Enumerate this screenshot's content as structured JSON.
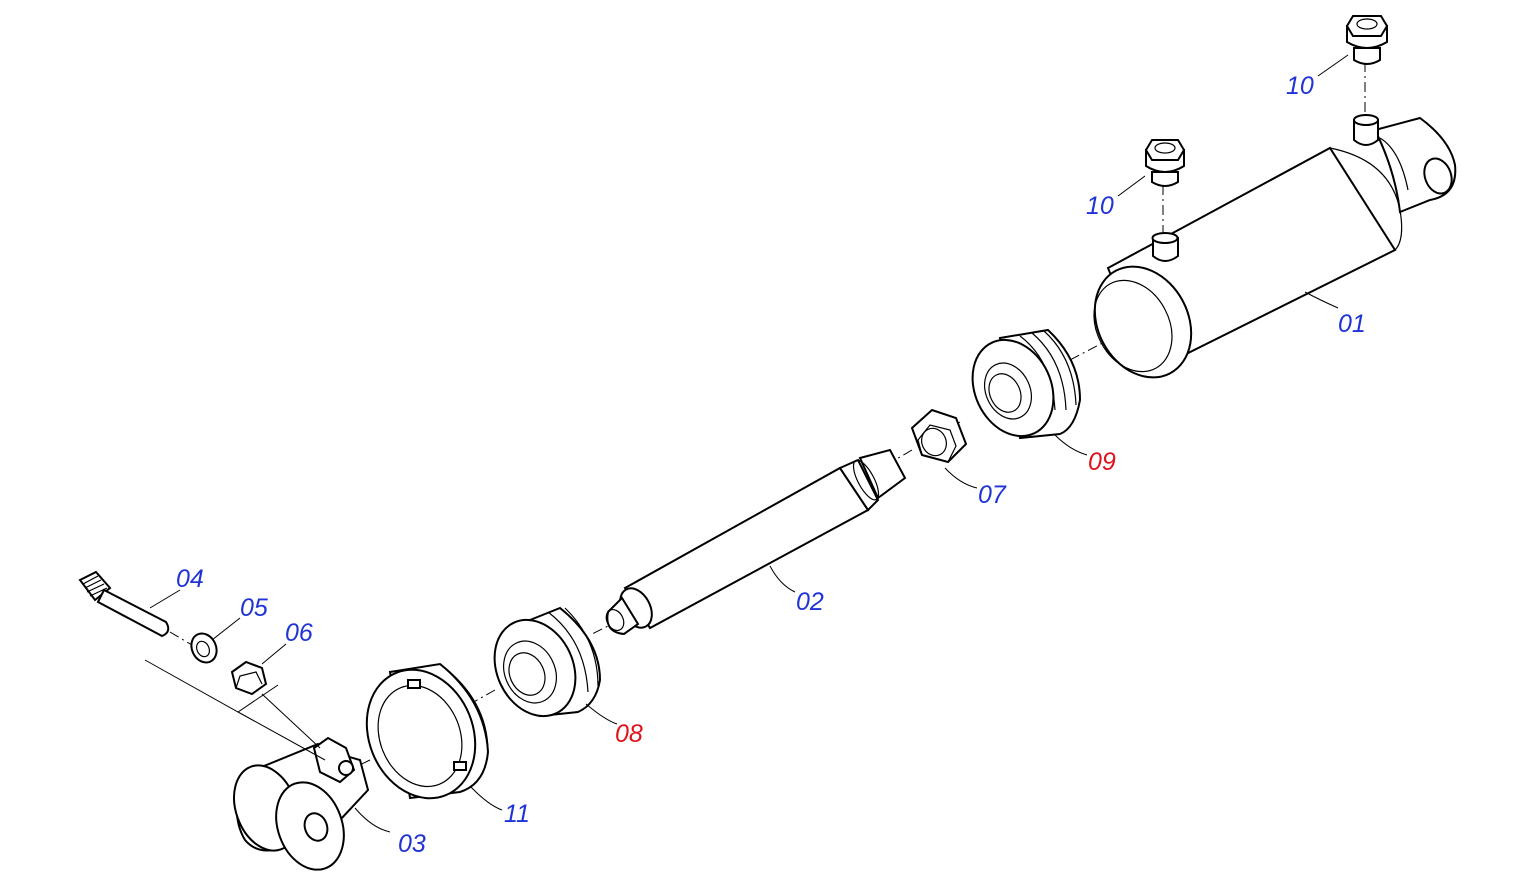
{
  "diagram": {
    "type": "exploded-parts-view",
    "subject": "hydraulic cylinder assembly",
    "colors": {
      "standard_label": "#1f33d6",
      "highlight_label": "#e0131a",
      "line": "#000000"
    },
    "callouts": {
      "c01": {
        "label": "01",
        "color": "standard"
      },
      "c02": {
        "label": "02",
        "color": "standard"
      },
      "c03": {
        "label": "03",
        "color": "standard"
      },
      "c04": {
        "label": "04",
        "color": "standard"
      },
      "c05": {
        "label": "05",
        "color": "standard"
      },
      "c06": {
        "label": "06",
        "color": "standard"
      },
      "c07": {
        "label": "07",
        "color": "standard"
      },
      "c08": {
        "label": "08",
        "color": "highlight"
      },
      "c09": {
        "label": "09",
        "color": "highlight"
      },
      "c10a": {
        "label": "10",
        "color": "standard"
      },
      "c10b": {
        "label": "10",
        "color": "standard"
      },
      "c11": {
        "label": "11",
        "color": "standard"
      }
    }
  }
}
